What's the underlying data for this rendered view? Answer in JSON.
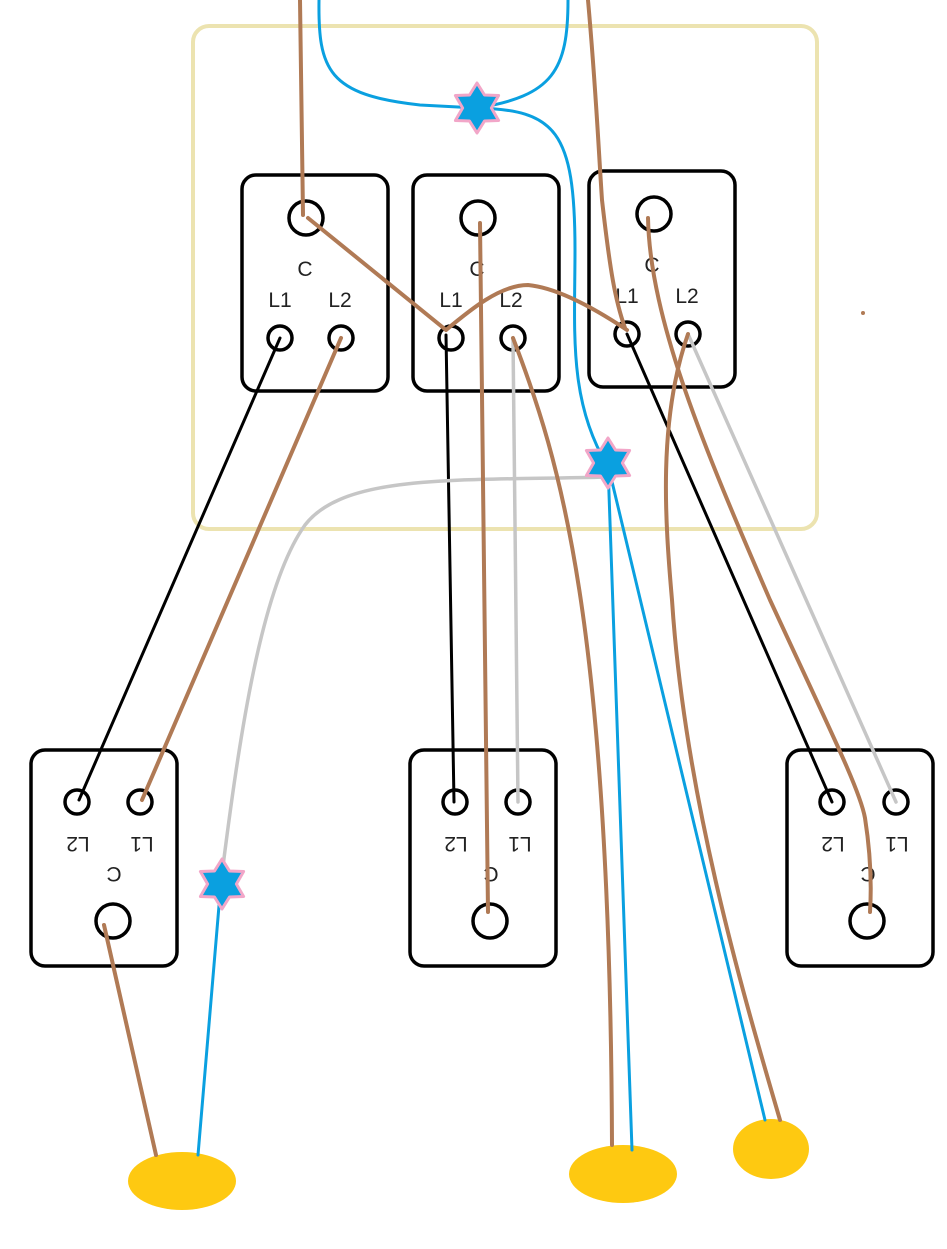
{
  "colors": {
    "background": "#ffffff",
    "enclosure": "#ece3b0",
    "brown_wire": "#b07a55",
    "blue_wire": "#0aa0e0",
    "grey_wire": "#c6c6c6",
    "black_wire": "#000000",
    "connector_fill": "#0aa0e0",
    "connector_outline": "#f2a6c8",
    "lamp": "#fec911"
  },
  "icons": {
    "connector": "star-connector-icon",
    "lamp": "lamp-icon"
  },
  "switches": {
    "top_left": {
      "c": "C",
      "l1": "L1",
      "l2": "L2"
    },
    "top_middle": {
      "c": "C",
      "l1": "L1",
      "l2": "L2"
    },
    "top_right": {
      "c": "C",
      "l1": "L1",
      "l2": "L2"
    },
    "bottom_left": {
      "c": "C",
      "l1": "L1",
      "l2": "L2"
    },
    "bottom_middle": {
      "c": "C",
      "l1": "L1",
      "l2": "L2"
    },
    "bottom_right": {
      "c": "C",
      "l1": "L1",
      "l2": "L2"
    }
  }
}
